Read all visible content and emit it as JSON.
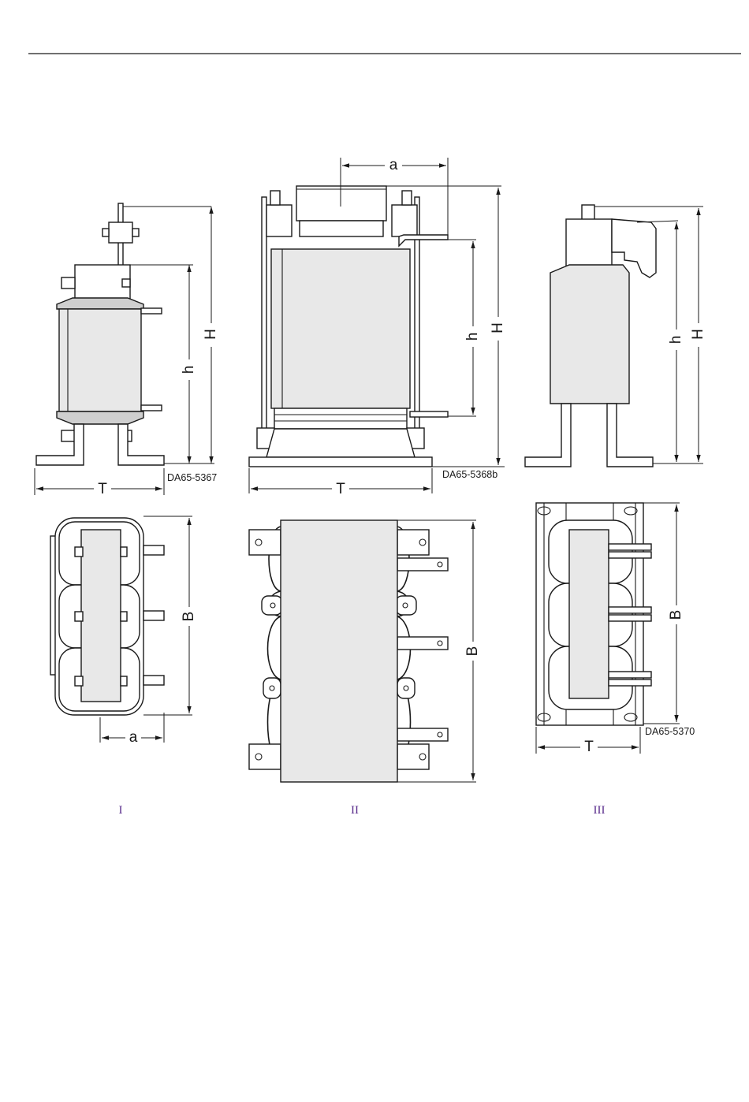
{
  "codes": {
    "view1": "DA65-5367",
    "view2": "DA65-5368b",
    "view3": "DA65-5370"
  },
  "dimensions": {
    "H": "H",
    "h": "h",
    "T": "T",
    "a": "a",
    "B": "B"
  },
  "types": [
    "I",
    "II",
    "III"
  ],
  "colors": {
    "line": "#1a1a1a",
    "roman": "#5a2d8c",
    "shade": "#e8e8e8"
  }
}
